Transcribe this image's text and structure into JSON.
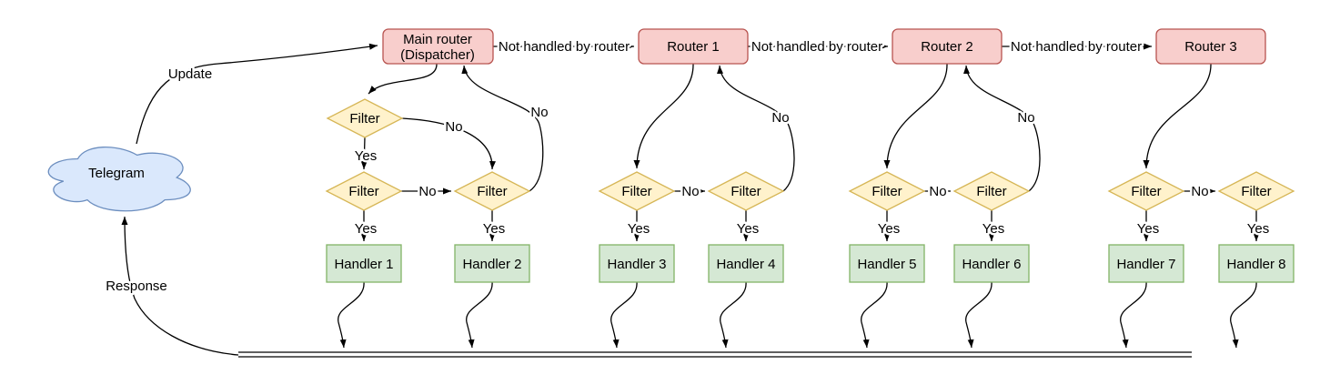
{
  "colors": {
    "router_fill": "#f8cecc",
    "router_border": "#b85450",
    "filter_fill": "#fff2cc",
    "filter_border": "#d6b656",
    "handler_fill": "#d5e8d4",
    "handler_border": "#82b366",
    "cloud_fill": "#dae8fc",
    "cloud_border": "#6c8ebf",
    "edge_color": "#000000"
  },
  "diagram": {
    "cloud": {
      "label": "Telegram"
    },
    "dispatcher": {
      "line1": "Main router",
      "line2": "(Dispatcher)"
    },
    "routers": [
      "Router 1",
      "Router 2",
      "Router 3"
    ],
    "filter_label": "Filter",
    "handlers": [
      "Handler 1",
      "Handler 2",
      "Handler 3",
      "Handler 4",
      "Handler 5",
      "Handler 6",
      "Handler 7",
      "Handler 8"
    ],
    "edge_labels": {
      "update": "Update",
      "response": "Response",
      "not_handled": "Not handled by router",
      "yes": "Yes",
      "no": "No"
    }
  }
}
